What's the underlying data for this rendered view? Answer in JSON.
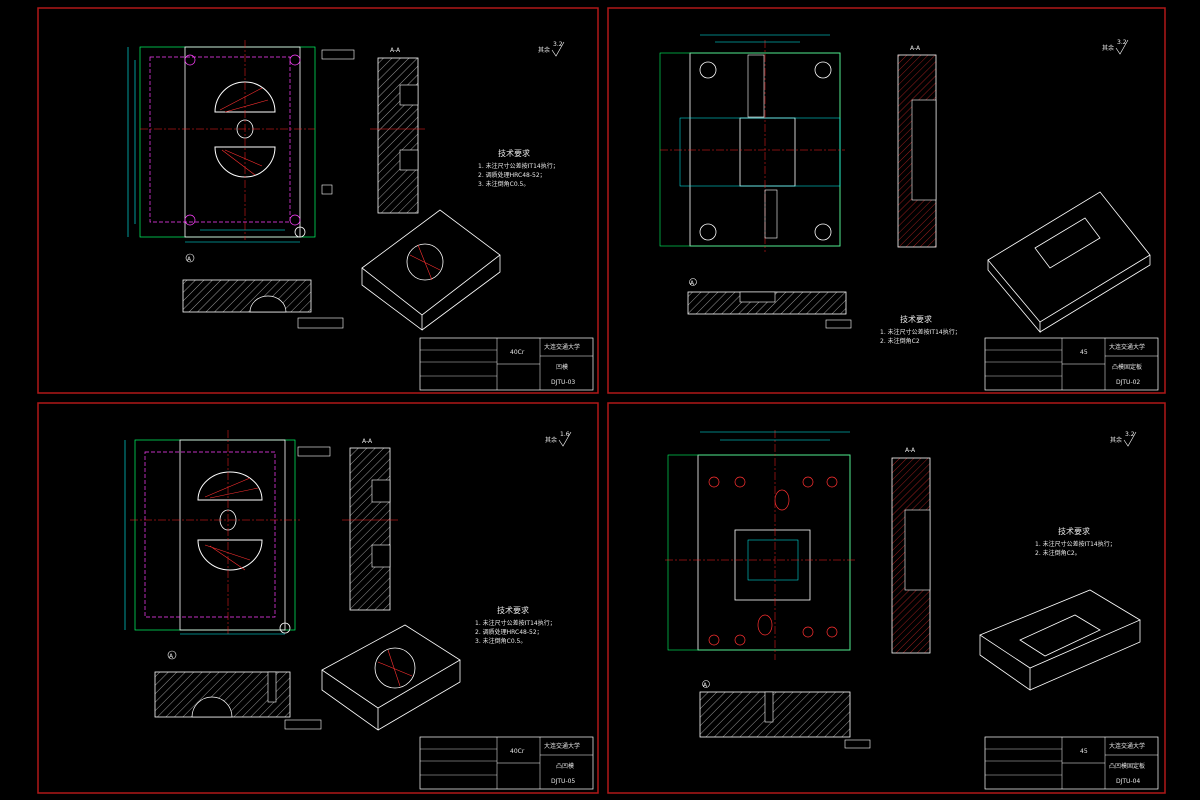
{
  "sheets": [
    {
      "id": "sheet-1",
      "roughness_label": "其余",
      "roughness_value": "3.2",
      "section_label": "A-A",
      "datum_label": "A",
      "tech_title": "技术要求",
      "tech_items": [
        "1. 未注尺寸公差按IT14执行；",
        "2. 调质处理HRC48-52；",
        "3. 未注倒角C0.5。"
      ],
      "title_block": {
        "material": "40Cr",
        "school": "大连交通大学",
        "part_name": "凹模",
        "drawing_no": "DJTU-03"
      }
    },
    {
      "id": "sheet-2",
      "roughness_label": "其余",
      "roughness_value": "3.2",
      "section_label": "A-A",
      "datum_label": "A",
      "tech_title": "技术要求",
      "tech_items": [
        "1. 未注尺寸公差按IT14执行；",
        "2. 未注倒角C2"
      ],
      "title_block": {
        "material": "45",
        "school": "大连交通大学",
        "part_name": "凸模固定板",
        "drawing_no": "DJTU-02"
      }
    },
    {
      "id": "sheet-3",
      "roughness_label": "其余",
      "roughness_value": "1.6",
      "section_label": "A-A",
      "datum_label": "A",
      "tech_title": "技术要求",
      "tech_items": [
        "1. 未注尺寸公差按IT14执行；",
        "2. 调质处理HRC48-52；",
        "3. 未注倒角C0.5。"
      ],
      "title_block": {
        "material": "40Cr",
        "school": "大连交通大学",
        "part_name": "凸凹模",
        "drawing_no": "DJTU-05"
      }
    },
    {
      "id": "sheet-4",
      "roughness_label": "其余",
      "roughness_value": "3.2",
      "section_label": "A-A",
      "datum_label": "A",
      "tech_title": "技术要求",
      "tech_items": [
        "1. 未注尺寸公差按IT14执行；",
        "2. 未注倒角C2。"
      ],
      "title_block": {
        "material": "45",
        "school": "大连交通大学",
        "part_name": "凸凹模固定板",
        "drawing_no": "DJTU-04"
      }
    }
  ],
  "colors": {
    "frame": "#b01818",
    "outline": "#ffffff",
    "dimension": "#00ffff",
    "extension": "#00ff66",
    "hidden": "#ff40ff",
    "center": "#ff2020",
    "hatch": "#ffffff"
  }
}
